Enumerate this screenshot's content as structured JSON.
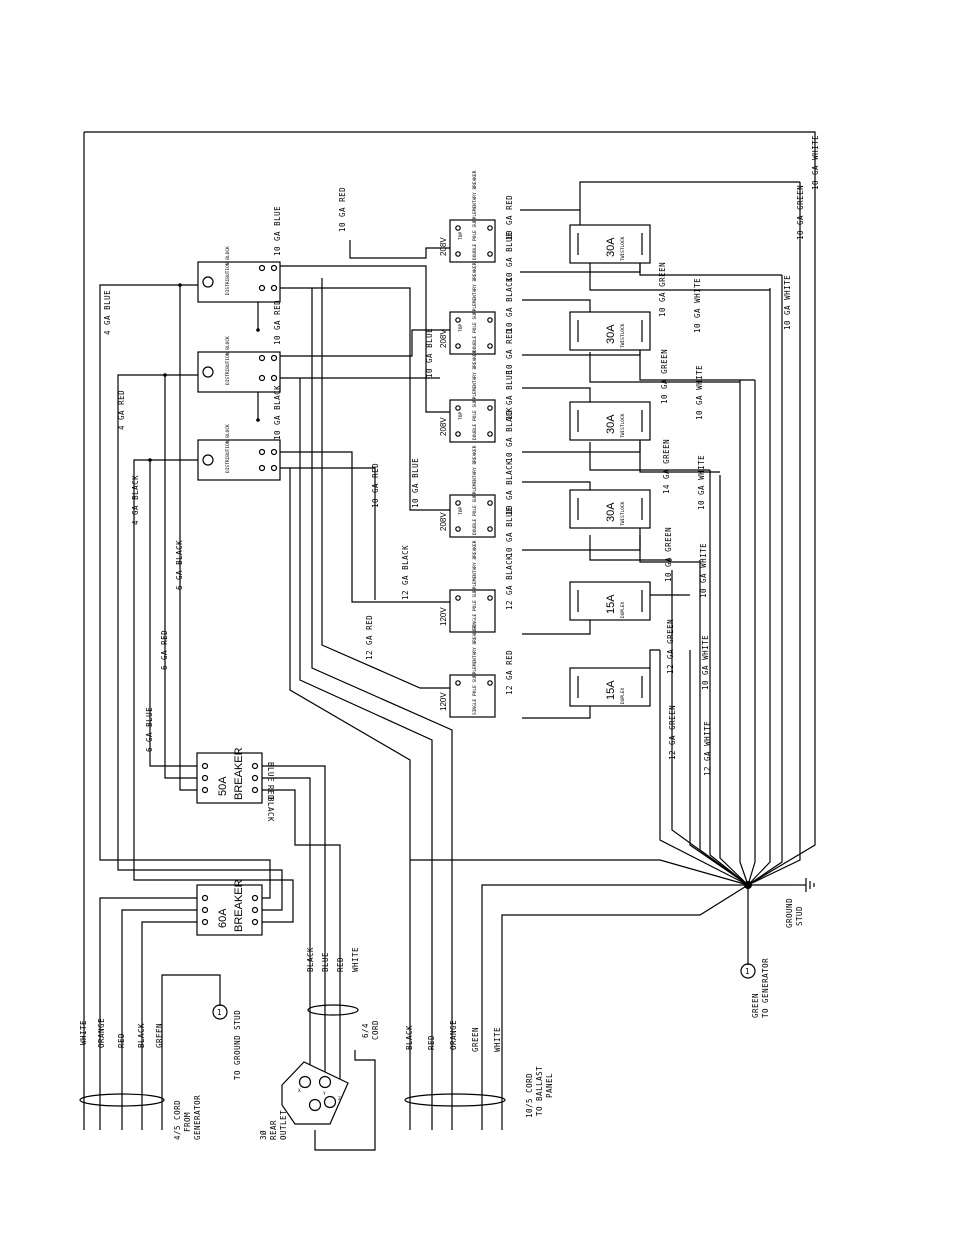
{
  "generator_cord": {
    "wires": [
      "WHITE",
      "ORANGE",
      "RED",
      "BLACK",
      "GREEN"
    ],
    "label": "4/5 CORD FROM GENERATOR",
    "label_lines": [
      "4/5 CORD",
      "FROM",
      "GENERATOR"
    ]
  },
  "ground_stud_ref": {
    "num": "1",
    "label": "TO GROUND STUD"
  },
  "breaker_60": {
    "amps": "60A",
    "name": "BREAKER"
  },
  "breaker_50": {
    "amps": "50A",
    "name": "BREAKER",
    "out_labels": [
      "BLUE",
      "RED",
      "BLACK"
    ]
  },
  "rear_outlet": {
    "label_lines": [
      "3Ø",
      "REAR",
      "OUTLET"
    ],
    "pins": [
      "X",
      "Y",
      "Z"
    ]
  },
  "cord_6_4": {
    "wires": [
      "BLACK",
      "BLUE",
      "RED",
      "WHITE"
    ],
    "label_lines": [
      "6/4",
      "CORD"
    ]
  },
  "ballast_cord": {
    "wires": [
      "BLACK",
      "RED",
      "ORANGE",
      "GREEN",
      "WHITE"
    ],
    "label_lines": [
      "10/5 CORD",
      "TO BALLAST",
      "PANEL"
    ]
  },
  "generator_ground": {
    "num": "1",
    "label_lines": [
      "GREEN",
      "TO GENERATOR"
    ]
  },
  "ground_stud": {
    "label_lines": [
      "GROUND",
      "STUD"
    ]
  },
  "distribution_block": {
    "name": "DISTRIBUTION BLOCK"
  },
  "wire_labels": {
    "ga4_blue": "4 GA BLUE",
    "ga4_red": "4 GA RED",
    "ga4_black": "4 GA BLACK",
    "ga6_black": "6 GA BLACK",
    "ga6_red": "6 GA RED",
    "ga6_blue": "6 GA BLUE",
    "db_blue": "10 GA BLUE",
    "db_red": "10 GA RED",
    "db_black": "10 GA BLACK",
    "top_red": "10 GA RED",
    "mid_blue": "10 GA BLUE",
    "mid_red": "10 GA RED",
    "mid_blue2": "10 GA BLUE",
    "ga12_black": "12 GA BLACK",
    "ga12_red": "12 GA RED"
  },
  "breakers": [
    {
      "voltage": "208V",
      "label": "DOUBLE POLE SUPPLEMENTARY BREAKER",
      "in1": "10 GA RED",
      "in2": "10 GA BLUE"
    },
    {
      "voltage": "208V",
      "label": "DOUBLE POLE SUPPLEMENTARY BREAKER",
      "in1": "10 GA BLACK",
      "in2": "10 GA RED"
    },
    {
      "voltage": "208V",
      "label": "DOUBLE POLE SUPPLEMENTARY BREAKER",
      "in1": "10 GA BLUE",
      "in2": "10 GA BLACK"
    },
    {
      "voltage": "208V",
      "label": "DOUBLE POLE SUPPLEMENTARY BREAKER",
      "in1": "10 GA BLACK",
      "in2": "10 GA BLUE"
    },
    {
      "voltage": "120V",
      "label": "SINGLE POLE SUPPLEMENTARY BREAKER",
      "in1": "12 GA BLACK",
      "in2": ""
    },
    {
      "voltage": "120V",
      "label": "SINGLE POLE SUPPLEMENTARY BREAKER",
      "in1": "12 GA RED",
      "in2": ""
    }
  ],
  "breaker_flags": [
    "TOP",
    "TOP"
  ],
  "receptacles": [
    {
      "amps": "30A",
      "type": "TWISTLOCK",
      "green": "10 GA GREEN",
      "white": "10 GA WHITE"
    },
    {
      "amps": "30A",
      "type": "TWISTLOCK",
      "green": "10 GA GREEN",
      "white": "10 GA WHITE"
    },
    {
      "amps": "30A",
      "type": "TWISTLOCK",
      "green": "14 GA GREEN",
      "white": "10 GA WHITE"
    },
    {
      "amps": "30A",
      "type": "TWISTLOCK",
      "green": "10 GA GREEN",
      "white": "10 GA WHITE"
    },
    {
      "amps": "15A",
      "type": "DUPLEX",
      "green": "12 GA GREEN",
      "white": "10 GA WHITE"
    },
    {
      "amps": "15A",
      "type": "DUPLEX",
      "green": "12 GA GREEN",
      "white": "12 GA WHITE"
    }
  ],
  "top_right": {
    "white": "10 GA WHITE",
    "green": "10 GA GREEN",
    "white2": "10 GA WHITE"
  }
}
